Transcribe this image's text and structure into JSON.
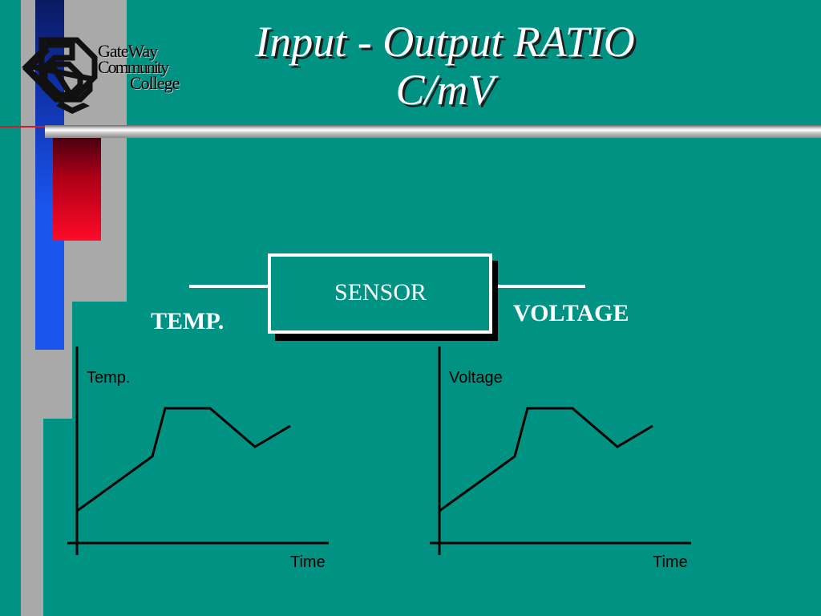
{
  "title": {
    "line1": "Input - Output RATIO",
    "line2": "C/mV"
  },
  "logo": {
    "line1": "GateWay",
    "line2": "Community",
    "line3": "College"
  },
  "sensor": {
    "label": "SENSOR",
    "input_label": "TEMP.",
    "output_label": "VOLTAGE"
  },
  "charts": {
    "input": {
      "ylabel": "Temp.",
      "xlabel": "Time"
    },
    "output": {
      "ylabel": "Voltage",
      "xlabel": "Time"
    }
  },
  "colors": {
    "background": "#009283",
    "bar_gray": "#a9a9a9",
    "bar_blue": "#1a55ee",
    "bar_red": "#ff0a28",
    "line": "#000000"
  },
  "icons": [
    "gateway-logo-icon"
  ]
}
